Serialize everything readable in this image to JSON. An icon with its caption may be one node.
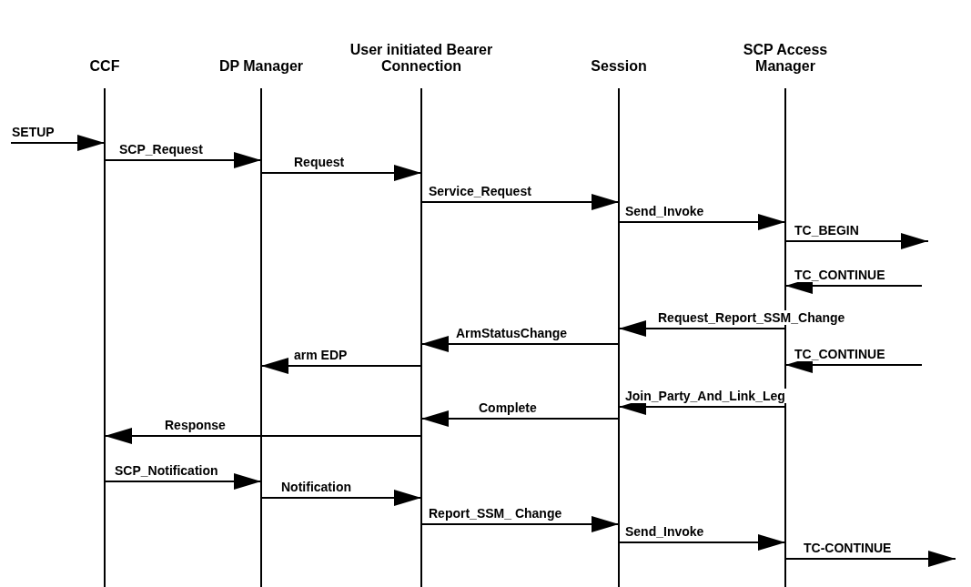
{
  "diagram": {
    "nodes": [
      {
        "text": [
          "CCF"
        ]
      },
      {
        "text": [
          "DP Manager"
        ]
      },
      {
        "text": [
          "User initiated Bearer Connection"
        ]
      },
      {
        "text": [
          "Session"
        ]
      },
      {
        "text": [
          "SCP Access Manager"
        ]
      }
    ],
    "edges": [
      {
        "from": null,
        "to": 0,
        "arrow": "to",
        "label": "SETUP"
      },
      {
        "from": 0,
        "to": 1,
        "arrow": "to",
        "label": "SCP_Request"
      },
      {
        "from": 1,
        "to": 2,
        "arrow": "to",
        "label": "Request"
      },
      {
        "from": 2,
        "to": 3,
        "arrow": "to",
        "label": "Service_Request"
      },
      {
        "from": 3,
        "to": 4,
        "arrow": "to",
        "label": "Send_Invoke"
      },
      {
        "from": 4,
        "to": null,
        "arrow": "to",
        "label": "TC_BEGIN"
      },
      {
        "from": null,
        "to": 4,
        "arrow": "to",
        "label": "TC_CONTINUE"
      },
      {
        "from": 4,
        "to": 3,
        "arrow": "to",
        "label": "Request_Report_SSM_Change"
      },
      {
        "from": 3,
        "to": 2,
        "arrow": "to",
        "label": "ArmStatusChange"
      },
      {
        "from": null,
        "to": 4,
        "arrow": "to",
        "label": "TC_CONTINUE"
      },
      {
        "from": 2,
        "to": 1,
        "arrow": "to",
        "label": "arm EDP"
      },
      {
        "from": 4,
        "to": 3,
        "arrow": "to",
        "label": "Join_Party_And_Link_Leg"
      },
      {
        "from": 3,
        "to": 2,
        "arrow": "to",
        "label": "Complete"
      },
      {
        "from": 2,
        "to": 0,
        "arrow": "to",
        "label": "Response"
      },
      {
        "from": 0,
        "to": 1,
        "arrow": "to",
        "label": "SCP_Notification"
      },
      {
        "from": 1,
        "to": 2,
        "arrow": "to",
        "label": "Notification"
      },
      {
        "from": 2,
        "to": 3,
        "arrow": "to",
        "label": "Report_SSM_ Change"
      },
      {
        "from": 3,
        "to": 4,
        "arrow": "to",
        "label": "Send_Invoke"
      },
      {
        "from": 4,
        "to": null,
        "arrow": "to",
        "label": "TC-CONTINUE"
      }
    ]
  }
}
